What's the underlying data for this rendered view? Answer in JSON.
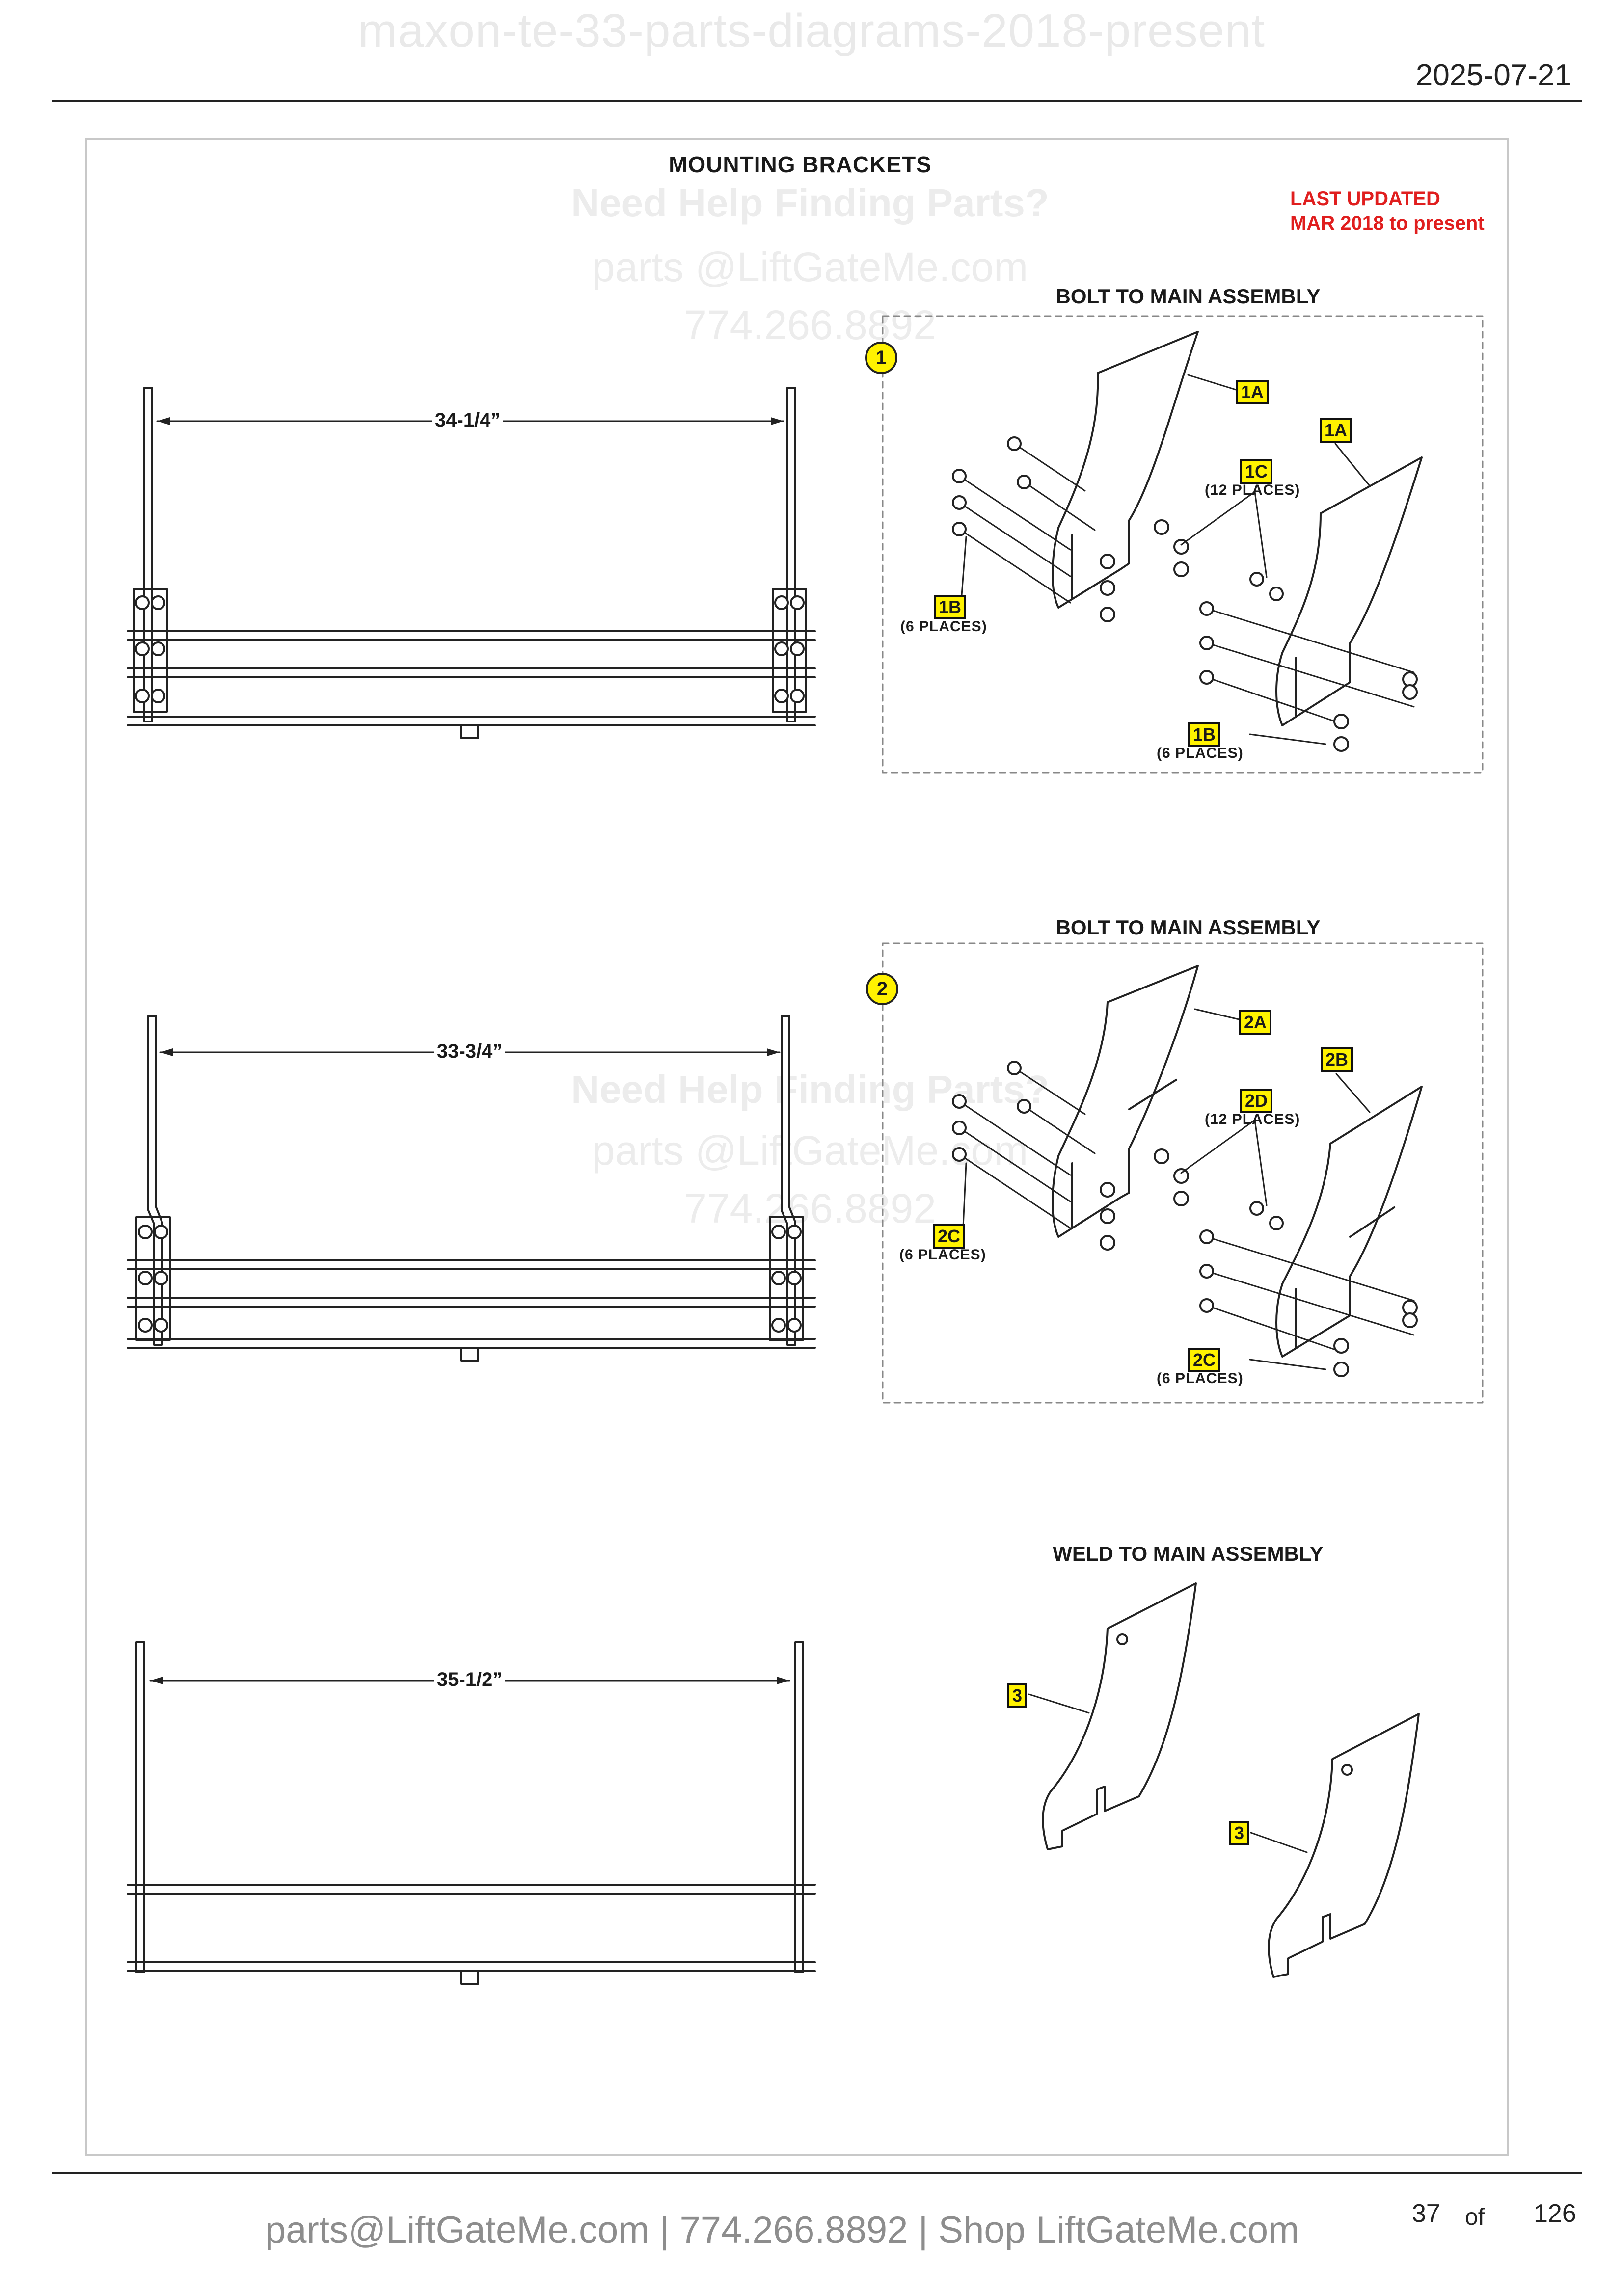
{
  "document": {
    "title": "maxon-te-33-parts-diagrams-2018-present",
    "date": "2025-07-21"
  },
  "sheet": {
    "title": "MOUNTING BRACKETS",
    "last_updated_line1": "LAST UPDATED",
    "last_updated_line2": "MAR 2018 to present"
  },
  "watermark": {
    "help": "Need Help Finding Parts?",
    "email": "parts @LiftGateMe.com",
    "phone": "774.266.8892"
  },
  "sections": [
    {
      "item": "1",
      "heading": "BOLT TO MAIN ASSEMBLY",
      "dimension": "34-1/4”",
      "tags": [
        {
          "id": "1A"
        },
        {
          "id": "1A"
        },
        {
          "id": "1C",
          "note": "(12 PLACES)"
        },
        {
          "id": "1B",
          "note": "(6 PLACES)"
        },
        {
          "id": "1B",
          "note": "(6 PLACES)"
        }
      ]
    },
    {
      "item": "2",
      "heading": "BOLT TO MAIN ASSEMBLY",
      "dimension": "33-3/4”",
      "tags": [
        {
          "id": "2A"
        },
        {
          "id": "2B"
        },
        {
          "id": "2D",
          "note": "(12 PLACES)"
        },
        {
          "id": "2C",
          "note": "(6 PLACES)"
        },
        {
          "id": "2C",
          "note": "(6 PLACES)"
        }
      ]
    },
    {
      "heading": "WELD TO MAIN ASSEMBLY",
      "dimension": "35-1/2”",
      "tags": [
        {
          "id": "3"
        },
        {
          "id": "3"
        }
      ]
    }
  ],
  "footer": {
    "contact": "parts@LiftGateMe.com | 774.266.8892 | Shop LiftGateMe.com",
    "page_current": "37",
    "page_of": "of",
    "page_total": "126"
  },
  "colors": {
    "callout_yellow": "#fff200",
    "updated_red": "#e01e1e",
    "line": "#222222"
  }
}
